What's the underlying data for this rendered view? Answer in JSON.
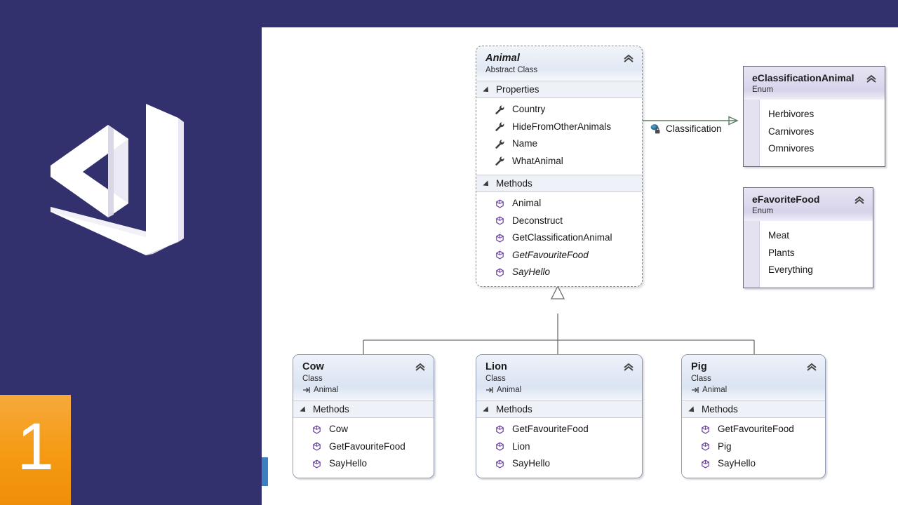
{
  "branding": {
    "logo_name": "visual-studio-logo",
    "logo_color": "#ffffff",
    "background_color": "#33306e",
    "episode_number": "1",
    "badge_color": "#f59a12"
  },
  "diagram": {
    "type": "uml-class-diagram",
    "canvas_color": "#ffffff",
    "collapse_icon": "chevron-double-up-icon",
    "property_icon": "wrench-icon",
    "method_icon": "cube-icon",
    "inherits_icon": "arrow-inherit-icon",
    "expander_icon": "triangle-collapse-icon",
    "classes": [
      {
        "name": "Animal",
        "stereotype": "Abstract Class",
        "is_abstract": true,
        "sections": [
          {
            "label": "Properties",
            "members": [
              {
                "name": "Country",
                "kind": "property",
                "abstract": false
              },
              {
                "name": "HideFromOtherAnimals",
                "kind": "property",
                "abstract": false
              },
              {
                "name": "Name",
                "kind": "property",
                "abstract": false
              },
              {
                "name": "WhatAnimal",
                "kind": "property",
                "abstract": false
              }
            ]
          },
          {
            "label": "Methods",
            "members": [
              {
                "name": "Animal",
                "kind": "method",
                "abstract": false
              },
              {
                "name": "Deconstruct",
                "kind": "method",
                "abstract": false
              },
              {
                "name": "GetClassificationAnimal",
                "kind": "method",
                "abstract": false
              },
              {
                "name": "GetFavouriteFood",
                "kind": "method",
                "abstract": true
              },
              {
                "name": "SayHello",
                "kind": "method",
                "abstract": true
              }
            ]
          }
        ]
      },
      {
        "name": "Cow",
        "stereotype": "Class",
        "base": "Animal",
        "is_abstract": false,
        "sections": [
          {
            "label": "Methods",
            "members": [
              {
                "name": "Cow",
                "kind": "method",
                "abstract": false
              },
              {
                "name": "GetFavouriteFood",
                "kind": "method",
                "abstract": false
              },
              {
                "name": "SayHello",
                "kind": "method",
                "abstract": false
              }
            ]
          }
        ]
      },
      {
        "name": "Lion",
        "stereotype": "Class",
        "base": "Animal",
        "is_abstract": false,
        "sections": [
          {
            "label": "Methods",
            "members": [
              {
                "name": "GetFavouriteFood",
                "kind": "method",
                "abstract": false
              },
              {
                "name": "Lion",
                "kind": "method",
                "abstract": false
              },
              {
                "name": "SayHello",
                "kind": "method",
                "abstract": false
              }
            ]
          }
        ]
      },
      {
        "name": "Pig",
        "stereotype": "Class",
        "base": "Animal",
        "is_abstract": false,
        "sections": [
          {
            "label": "Methods",
            "members": [
              {
                "name": "GetFavouriteFood",
                "kind": "method",
                "abstract": false
              },
              {
                "name": "Pig",
                "kind": "method",
                "abstract": false
              },
              {
                "name": "SayHello",
                "kind": "method",
                "abstract": false
              }
            ]
          }
        ]
      }
    ],
    "enums": [
      {
        "name": "eClassificationAnimal",
        "stereotype": "Enum",
        "values": [
          "Herbivores",
          "Carnivores",
          "Omnivores"
        ]
      },
      {
        "name": "eFavoriteFood",
        "stereotype": "Enum",
        "values": [
          "Meat",
          "Plants",
          "Everything"
        ]
      }
    ],
    "associations": [
      {
        "label": "Classification",
        "from": "Animal",
        "to": "eClassificationAnimal",
        "icon": "property-lock-icon",
        "line_color": "#5b7f63"
      }
    ],
    "inheritance": {
      "parent": "Animal",
      "children": [
        "Cow",
        "Lion",
        "Pig"
      ],
      "line_color": "#6d6d6d"
    }
  }
}
